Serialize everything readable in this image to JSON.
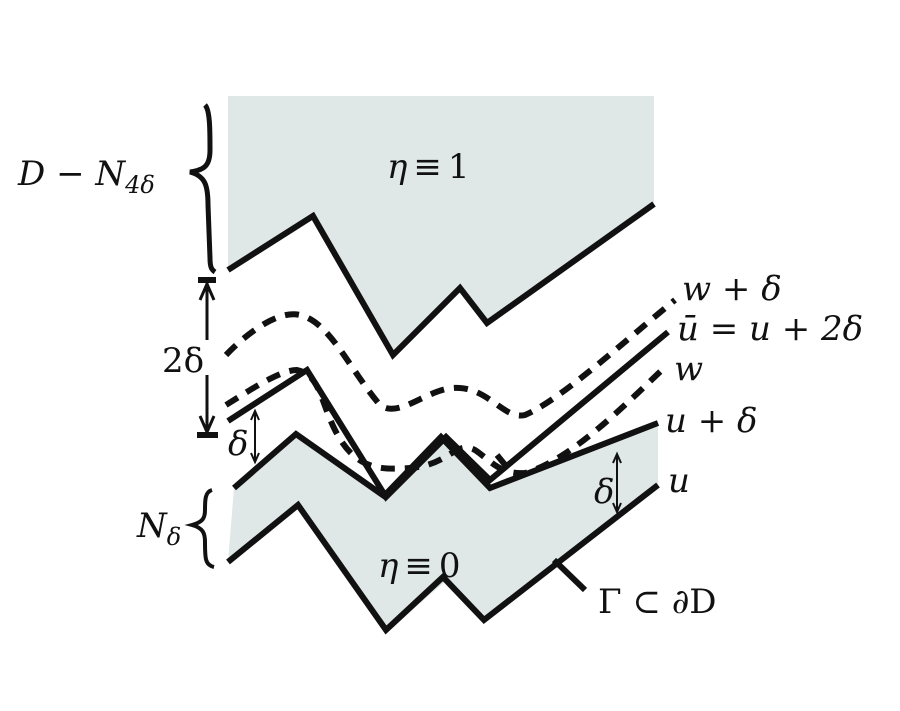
{
  "diagram": {
    "colors": {
      "fill": "#e0e8e7",
      "stroke": "#111111",
      "background": "#ffffff"
    },
    "regions": {
      "top": {
        "label_eta": "η",
        "label_rel": "≡",
        "label_val": "1"
      },
      "bottom": {
        "label_eta": "η",
        "label_rel": "≡",
        "label_val": "0"
      }
    },
    "brackets": {
      "d_minus_n": {
        "main": "D − N",
        "sub": "4δ"
      },
      "n_delta": {
        "main": "N",
        "sub": "δ"
      },
      "two_delta": "2δ",
      "delta_left": "δ",
      "delta_right": "δ"
    },
    "curves": {
      "w_plus_delta": "w + δ",
      "u_bar": "ū = u + 2δ",
      "w": "w",
      "u_plus_delta": "u + δ",
      "u": "u",
      "gamma": "Γ ⊂ ∂D"
    }
  }
}
